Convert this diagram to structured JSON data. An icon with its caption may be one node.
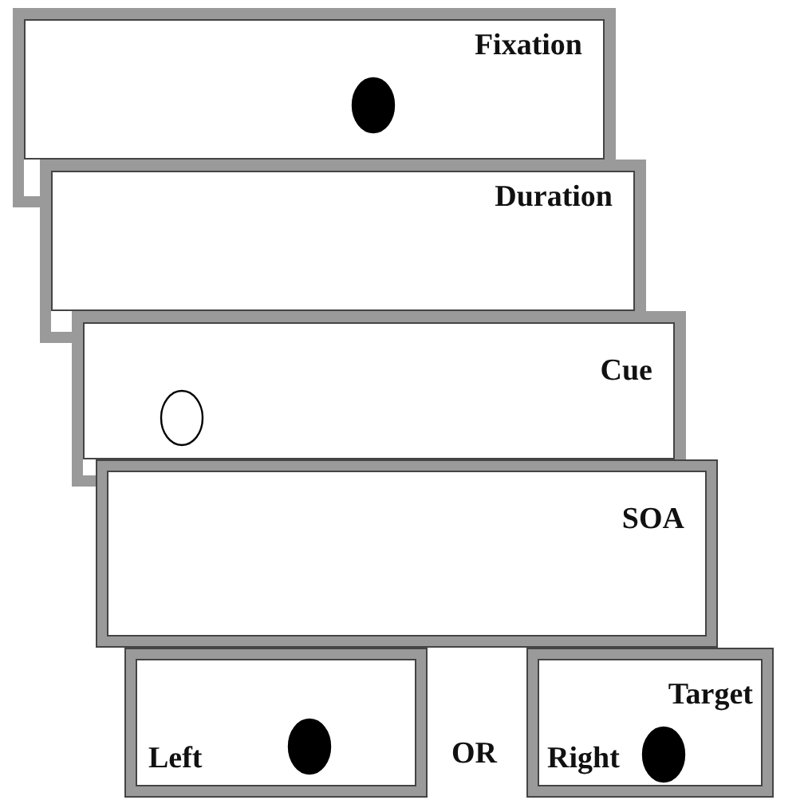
{
  "diagram": {
    "nodes": [
      {
        "text": [
          "Fixation"
        ]
      },
      {
        "text": [
          "Duration"
        ]
      },
      {
        "text": [
          "Cue"
        ]
      },
      {
        "text": [
          "SOA"
        ]
      },
      {
        "text": [
          "Left"
        ]
      },
      {
        "text": [
          "Target",
          "Right"
        ]
      }
    ],
    "labels": [
      "OR"
    ]
  }
}
